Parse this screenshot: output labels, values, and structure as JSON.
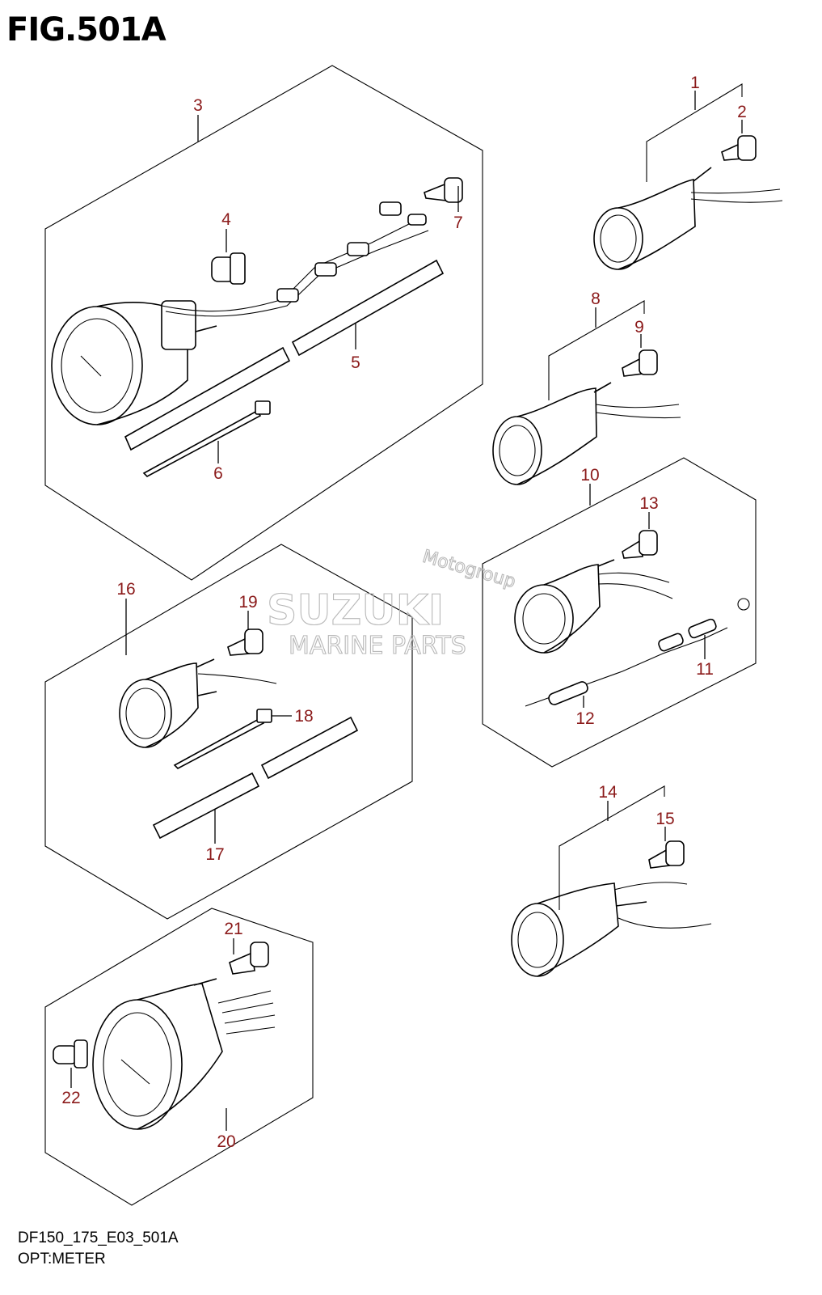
{
  "figure": {
    "title": "FIG.501A"
  },
  "footer": {
    "code": "DF150_175_E03_501A",
    "name": "OPT:METER"
  },
  "watermark": {
    "brand": "SUZUKI",
    "subtitle": "MARINE PARTS",
    "source": "Motogroup"
  },
  "callouts": [
    "1",
    "2",
    "3",
    "4",
    "5",
    "6",
    "7",
    "8",
    "9",
    "10",
    "11",
    "12",
    "13",
    "14",
    "15",
    "16",
    "17",
    "18",
    "19",
    "20",
    "21",
    "22"
  ]
}
